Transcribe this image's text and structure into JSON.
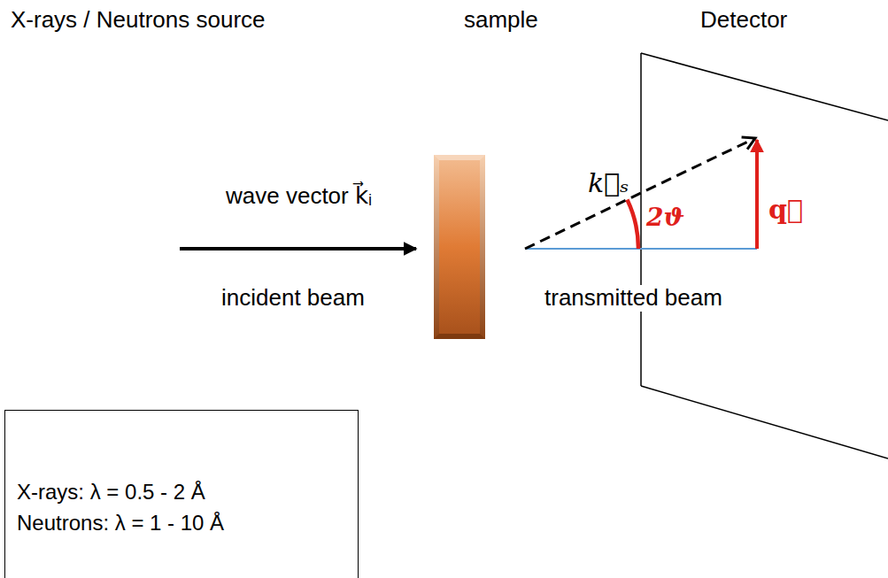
{
  "diagram": {
    "nodes": [
      {
        "text": [
          "X-rays: λ = 0.5 - 2 Å",
          "Neutrons: λ = 1 - 10 Å"
        ]
      }
    ],
    "labels": [
      "X-rays / Neutrons source",
      "sample",
      "Detector",
      "wave vector k⃗ᵢ",
      "incident beam",
      "transmitted beam",
      "k⃗ₛ",
      "2ϑ",
      "q⃗"
    ]
  }
}
